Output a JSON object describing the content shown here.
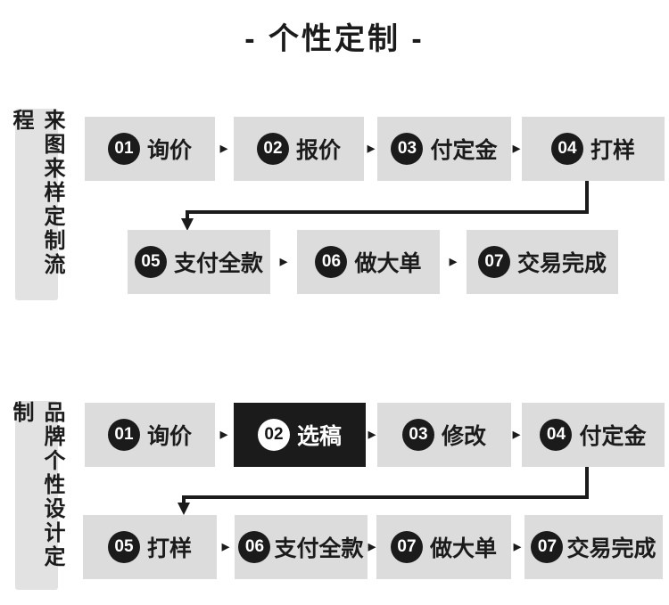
{
  "title": "- 个性定制 -",
  "icons": {
    "arrow_right": "►"
  },
  "colors": {
    "box_gray": "#dcdcdc",
    "dark": "#1b1b1b",
    "background": "#ffffff"
  },
  "sections": [
    {
      "side_label": "来图来样定制流程",
      "rows": [
        {
          "items": [
            {
              "num": "01",
              "label": "询价"
            },
            {
              "num": "02",
              "label": "报价"
            },
            {
              "num": "03",
              "label": "付定金"
            },
            {
              "num": "04",
              "label": "打样"
            }
          ]
        },
        {
          "items": [
            {
              "num": "05",
              "label": "支付全款"
            },
            {
              "num": "06",
              "label": "做大单"
            },
            {
              "num": "07",
              "label": "交易完成"
            }
          ]
        }
      ]
    },
    {
      "side_label": "品牌个性设计定制",
      "rows": [
        {
          "items": [
            {
              "num": "01",
              "label": "询价"
            },
            {
              "num": "02",
              "label": "选稿",
              "highlight": true
            },
            {
              "num": "03",
              "label": "修改"
            },
            {
              "num": "04",
              "label": "付定金"
            }
          ]
        },
        {
          "items": [
            {
              "num": "05",
              "label": "打样"
            },
            {
              "num": "06",
              "label": "支付全款"
            },
            {
              "num": "07",
              "label": "做大单"
            },
            {
              "num": "07",
              "label": "交易完成"
            }
          ]
        }
      ]
    }
  ]
}
